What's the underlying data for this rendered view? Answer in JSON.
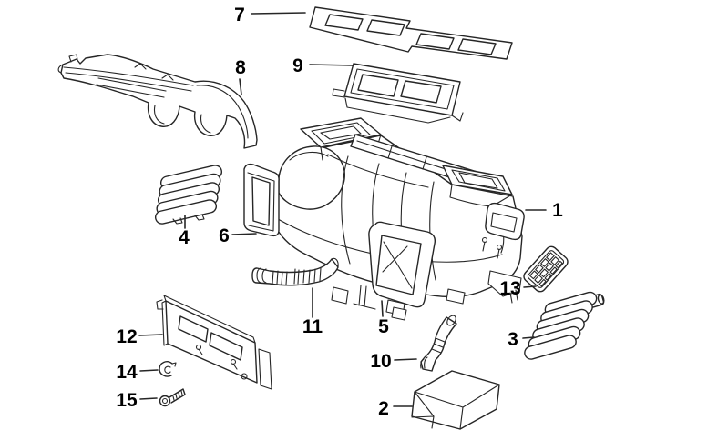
{
  "diagram": {
    "kind": "exploded-parts-diagram",
    "background_color": "#ffffff",
    "line_color": "#262626",
    "label_color": "#000000",
    "parts": {
      "p1": {
        "number": "1",
        "depicts": "main-housing-assembly"
      },
      "p2": {
        "number": "2",
        "depicts": "box"
      },
      "p3": {
        "number": "3",
        "depicts": "accordion-bellows-duct"
      },
      "p4": {
        "number": "4",
        "depicts": "ribbed-grille"
      },
      "p5": {
        "number": "5",
        "depicts": "front-duct-frame"
      },
      "p6": {
        "number": "6",
        "depicts": "seal-frame"
      },
      "p7": {
        "number": "7",
        "depicts": "four-opening-gasket"
      },
      "p8": {
        "number": "8",
        "depicts": "cover-panel"
      },
      "p9": {
        "number": "9",
        "depicts": "two-opening-frame"
      },
      "p10": {
        "number": "10",
        "depicts": "short-elbow-hose"
      },
      "p11": {
        "number": "11",
        "depicts": "ribbed-hose"
      },
      "p12": {
        "number": "12",
        "depicts": "mounting-plate"
      },
      "p13": {
        "number": "13",
        "depicts": "grid-insert"
      },
      "p14": {
        "number": "14",
        "depicts": "retaining-clip"
      },
      "p15": {
        "number": "15",
        "depicts": "screw"
      }
    }
  }
}
